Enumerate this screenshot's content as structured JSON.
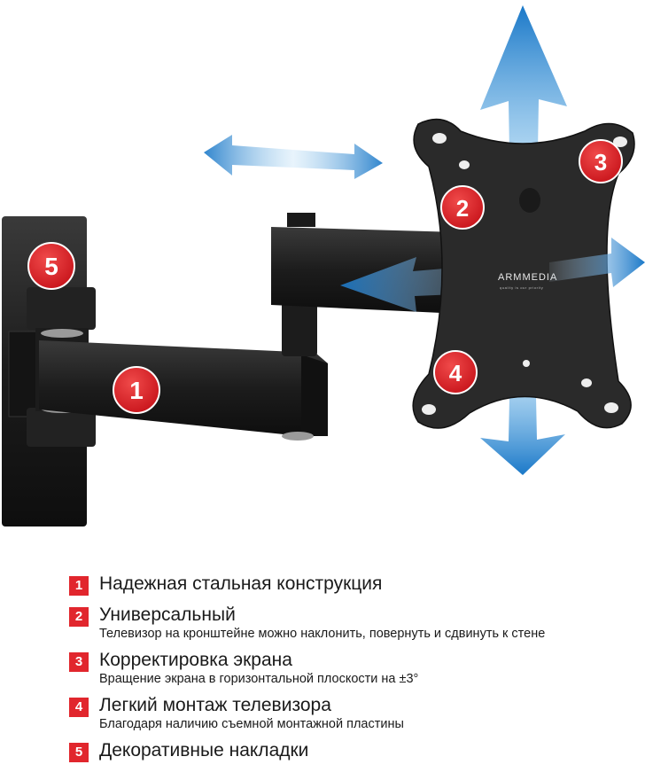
{
  "product": {
    "brand_logo_text": "ARMMEDIA",
    "brand_tagline": "quality is our priority",
    "callouts": [
      {
        "number": "1"
      },
      {
        "number": "2"
      },
      {
        "number": "3"
      },
      {
        "number": "4"
      },
      {
        "number": "5"
      }
    ]
  },
  "features": [
    {
      "number": "1",
      "title": "Надежная стальная конструкция",
      "description": ""
    },
    {
      "number": "2",
      "title": "Универсальный",
      "description": "Телевизор на кронштейне можно наклонить, повернуть и сдвинуть к стене"
    },
    {
      "number": "3",
      "title": "Корректировка экрана",
      "description": "Вращение экрана в горизонтальной плоскости на ±3°"
    },
    {
      "number": "4",
      "title": "Легкий монтаж телевизора",
      "description": "Благодаря наличию съемной монтажной пластины"
    },
    {
      "number": "5",
      "title": "Декоративные накладки",
      "description": ""
    }
  ],
  "colors": {
    "accent_red": "#e1262d",
    "arrow_blue": "#1a78c8",
    "metal_black": "#1c1c1c"
  }
}
